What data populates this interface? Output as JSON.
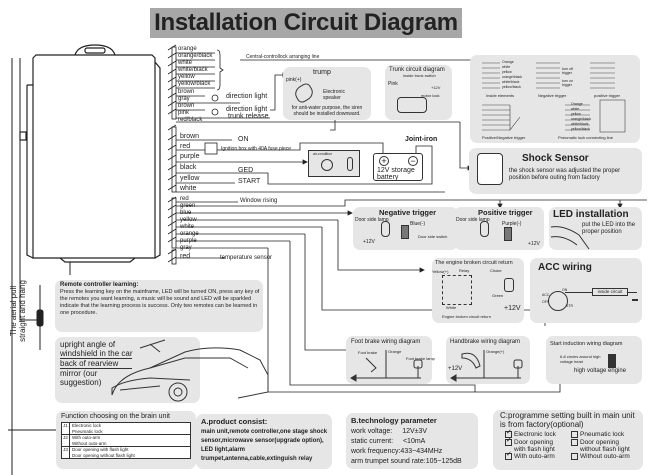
{
  "title": "Installation Circuit Diagram",
  "wire_groups": {
    "group1": [
      "orange",
      "orange/black",
      "white",
      "white/black",
      "yellow",
      "yellow/black",
      "brown",
      "gray",
      "brown",
      "pink",
      "red/black"
    ],
    "group2": [
      "brown",
      "red",
      "purple",
      "black",
      "yellow",
      "white"
    ],
    "group3": [
      "red",
      "green",
      "blue",
      "yellow",
      "white",
      "orange",
      "purple",
      "gray"
    ],
    "group4": [
      "red"
    ]
  },
  "wire_annotations": {
    "central_lock": "Central-controllock arranging line",
    "direction_light_1": "direction light",
    "direction_light_2": "direction light",
    "trunk_release": "trunk release",
    "on": "ON",
    "ignition_box": "Ignition box with 40A fuse piece",
    "ged": "GED",
    "start": "START",
    "window_rising": "Window rising",
    "temperature_sensor": "temperature sensor",
    "joint_iron": "Joint-iron"
  },
  "trump_panel": {
    "title": "trump",
    "pink_label": "pink(+)",
    "speaker_label": "Electronic speaker",
    "note": "for anti-water purpose, the siren should be installed downward."
  },
  "trunk_panel": {
    "title": "Trunk circuit diagram",
    "inside_switch": "inside trunk switch",
    "pink": "Pink",
    "plus12v": "+12V",
    "motor_lock": "motor lock"
  },
  "lock_panel": {
    "labels": [
      "Inside elements",
      "Negative trigger",
      "positive trigger",
      "Positive/Negative trigger",
      "Pneumatic lock connecting line"
    ],
    "wires": [
      "Orange",
      "white",
      "yellow",
      "orange/black",
      "white/black",
      "yellow/black"
    ],
    "side_labels": [
      "turn off trigger",
      "turn on trigger"
    ]
  },
  "battery": {
    "air_condition": "air-condition",
    "plus": "+",
    "minus": "−",
    "label": "12V storage battery"
  },
  "shock_sensor": {
    "title": "Shock Sensor",
    "text": "the shock sensor was adjusted the proper position before outing from factory"
  },
  "negative_trigger": {
    "title": "Negative trigger",
    "door_lamp": "Door side lamp",
    "blue": "Blue(-)",
    "door_switch": "Door side switch",
    "voltage": "+12V"
  },
  "positive_trigger": {
    "title": "Positive trigger",
    "door_lamp": "Door side lamp",
    "purple": "Purple(-)",
    "voltage": "+12V"
  },
  "led_installation": {
    "title": "LED installation",
    "text": "put the LED into the proper position"
  },
  "engine_broken": {
    "title": "The engine broken circuit return",
    "yellow": "Yellow(+)",
    "relay": "Relay",
    "choke": "Choke",
    "green": "Green",
    "white": "White",
    "voltage": "+12V",
    "footer": "Engine broken circuit return"
  },
  "acc_wiring": {
    "title": "ACC wiring",
    "positions": [
      "ACC",
      "OFF",
      "ON",
      "STR"
    ],
    "inside_circuit": "inside circuit"
  },
  "remote_learning": {
    "title": "Remote controller learning:",
    "text": "Press the learning key on the mainframe, LED will be turned ON, press any key of the remotes you want learning, a music will be sound and LED will be sparkled indicate that the learning process is success. Only two remotes can be learned in one procedure."
  },
  "aerial": {
    "text": "The aerial pull straight and hang"
  },
  "windshield": {
    "line1": "upright angle of",
    "line2": "windshield in the car",
    "line3": "back of rearview",
    "line4": "mirror (our suggestion)"
  },
  "foot_brake": {
    "title": "Foot brake wiring diagram",
    "foot_brake": "Foot brake",
    "orange": "Orange",
    "lamp": "Foot brake lamp"
  },
  "handbrake": {
    "title": "Handbrake wiring diagram",
    "orange": "Orange(+)",
    "voltage": "+12V"
  },
  "start_induction": {
    "title": "Start induction wiring diagram",
    "circles": "6-8 circles around high voltage head",
    "engine": "high voltage engine"
  },
  "function_choosing": {
    "title": "Function choosing on the brain unit",
    "rows": [
      {
        "jumper": "J1",
        "a": "Electronic lock",
        "b": "Pneumatic lock"
      },
      {
        "jumper": "J2",
        "a": "With outo-arm",
        "b": "Without outo-arm"
      },
      {
        "jumper": "J3",
        "a": "Door opening with flash light",
        "b": "Door opening without flash light"
      }
    ]
  },
  "product": {
    "title": "A.product consist:",
    "text": "main unit,remote controller,one stage shock sensor,microwave sensor(upgrade option), LED light,alarm trumpet,antenna,cable,extinguish relay"
  },
  "technology": {
    "title": "B.technology parameter",
    "rows": [
      {
        "k": "work voltage:",
        "v": "12V±3V"
      },
      {
        "k": "static current:",
        "v": "<10mA"
      },
      {
        "k": "work frequency:",
        "v": "433~434MHz"
      },
      {
        "k": "arm trumpet sound rate:",
        "v": "105~125dB"
      }
    ]
  },
  "programme": {
    "title": "C:programme setting built in main unit is from factory(optional)",
    "rows": [
      {
        "a": "Electronic lock",
        "a_on": true,
        "b": "Pneumatic lock",
        "b_on": false
      },
      {
        "a": "Door opening with flash light",
        "a_on": true,
        "b": "Door opening without flash light",
        "b_on": false
      },
      {
        "a": "With outo-arm",
        "a_on": true,
        "b": "Without outo-arm",
        "b_on": false
      }
    ]
  }
}
